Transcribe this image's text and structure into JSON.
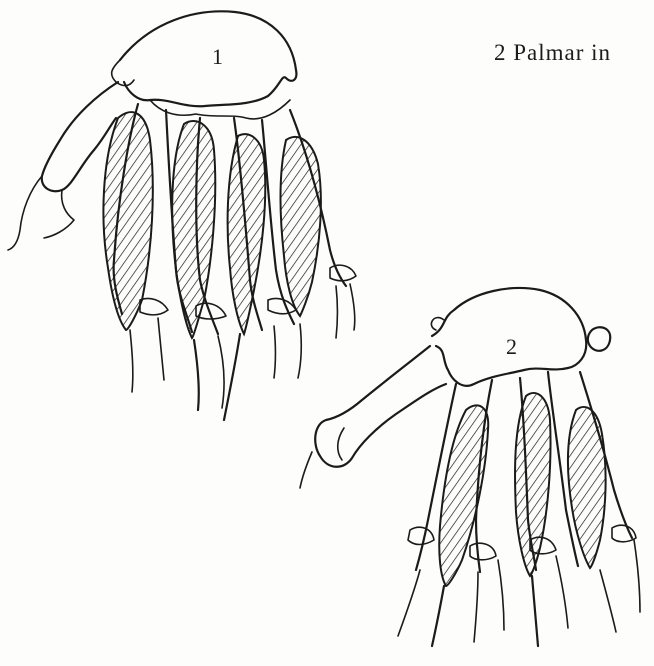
{
  "figure": {
    "caption": "2 Palmar in",
    "panels": [
      {
        "label": "1"
      },
      {
        "label": "2"
      }
    ]
  },
  "colors": {
    "ink": "#1b1b1b",
    "paper": "#fdfdfb"
  }
}
